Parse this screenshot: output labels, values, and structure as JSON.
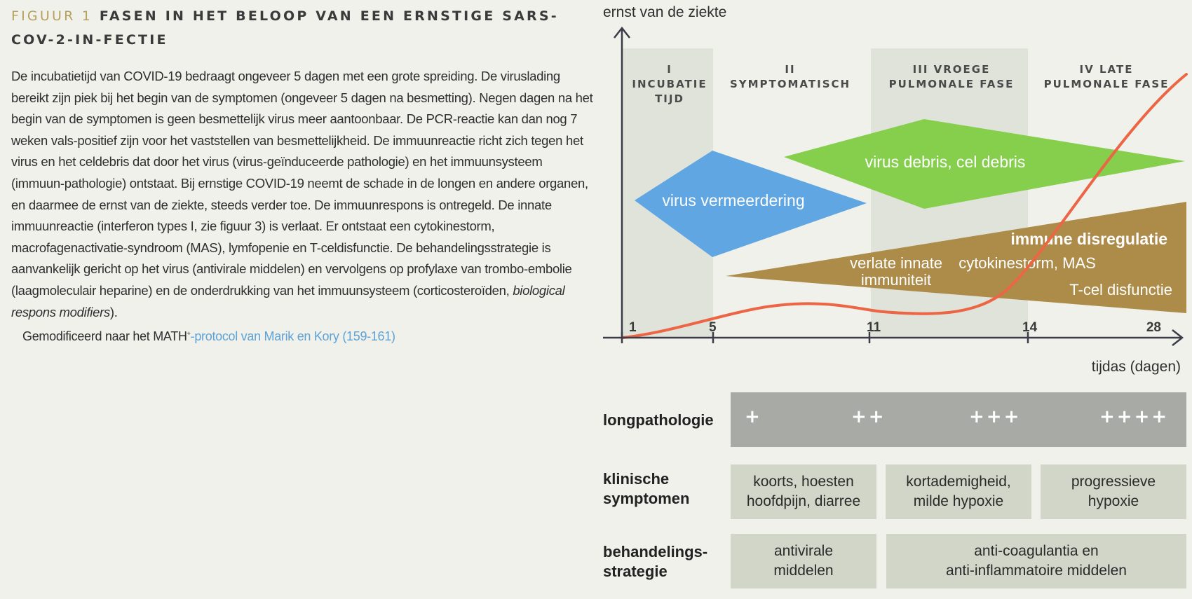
{
  "figure": {
    "label": "FIGUUR 1",
    "title": "FASEN IN HET BELOOP VAN EEN ERNSTIGE SARS-COV-2-IN-FECTIE"
  },
  "description": {
    "text_before_italic": "De incubatietijd van COVID-19 bedraagt ongeveer 5 dagen met een grote spreiding. De viruslading bereikt zijn piek bij het begin van de symptomen (ongeveer 5 dagen na besmetting). Negen dagen na het begin van de symptomen is geen besmettelijk virus meer aantoonbaar. De PCR-reactie kan dan nog 7 weken vals-positief zijn voor het vaststellen van besmettelijkheid. De immuunreactie richt zich tegen het virus en het celdebris dat door het virus (virus-geïnduceerde pathologie) en het immuunsysteem (immuun-pathologie) ontstaat. Bij ernstige COVID-19 neemt de schade in de longen en andere organen, en daarmee de ernst van de ziekte, steeds verder toe. De immuunrespons is ontregeld. De innate immuunreactie (interferon types I, zie figuur 3) is verlaat. Er ontstaat een cytokinestorm, macrofagenactivatie-syndroom (MAS), lymfopenie en T-celdisfunctie. De behandelingsstrategie is aanvankelijk gericht op het virus (antivirale middelen) en vervolgens op profylaxe van trombo-embolie (laagmoleculair heparine) en de onderdrukking van het immuunsysteem (corticosteroïden, ",
    "italic": "biological respons modifiers",
    "text_after_italic": ")."
  },
  "source": {
    "prefix": "Gemodificeerd naar het MATH",
    "superscript": "+",
    "link": "-protocol van Marik en Kory (159-161)"
  },
  "diagram": {
    "y_axis_label": "ernst van de ziekte",
    "x_axis_label": "tijdas (dagen)",
    "ticks": [
      "1",
      "5",
      "11",
      "14",
      "28"
    ],
    "phases": [
      {
        "line1": "I",
        "line2": "INCUBATIE",
        "line3": "TIJD"
      },
      {
        "line1": "II",
        "line2": "SYMPTOMATISCH",
        "line3": ""
      },
      {
        "line1": "III VROEGE",
        "line2": "PULMONALE FASE",
        "line3": ""
      },
      {
        "line1": "IV LATE",
        "line2": "PULMONALE FASE",
        "line3": ""
      }
    ],
    "shapes": {
      "virus": "virus vermeerdering",
      "debris": "virus debris, cel debris",
      "immune_title": "immune disregulatie",
      "innate_line1": "verlate innate",
      "innate_line2": "immuniteit",
      "cytokine": "cytokinestorm, MAS",
      "tcell": "T-cel disfunctie"
    },
    "colors": {
      "blue": "#5fa6e2",
      "green": "#85cf4d",
      "brown": "#ad8c4a",
      "curve": "#ec6545",
      "phase_band": "#dfe3d9",
      "axis": "#3c3c48"
    }
  },
  "rows": {
    "longpathologie": {
      "label": "longpathologie",
      "values": [
        "+",
        "++",
        "+++",
        "++++"
      ]
    },
    "klinische": {
      "label_line1": "klinische",
      "label_line2": "symptomen",
      "boxes": [
        "koorts, hoesten\nhoofdpijn, diarree",
        "kortademigheid,\nmilde hypoxie",
        "progressieve\nhypoxie"
      ]
    },
    "behandeling": {
      "label_line1": "behandelings-",
      "label_line2": "strategie",
      "boxes": [
        "antivirale\nmiddelen",
        "anti-coagulantia en\nanti-inflammatoire middelen"
      ]
    }
  }
}
